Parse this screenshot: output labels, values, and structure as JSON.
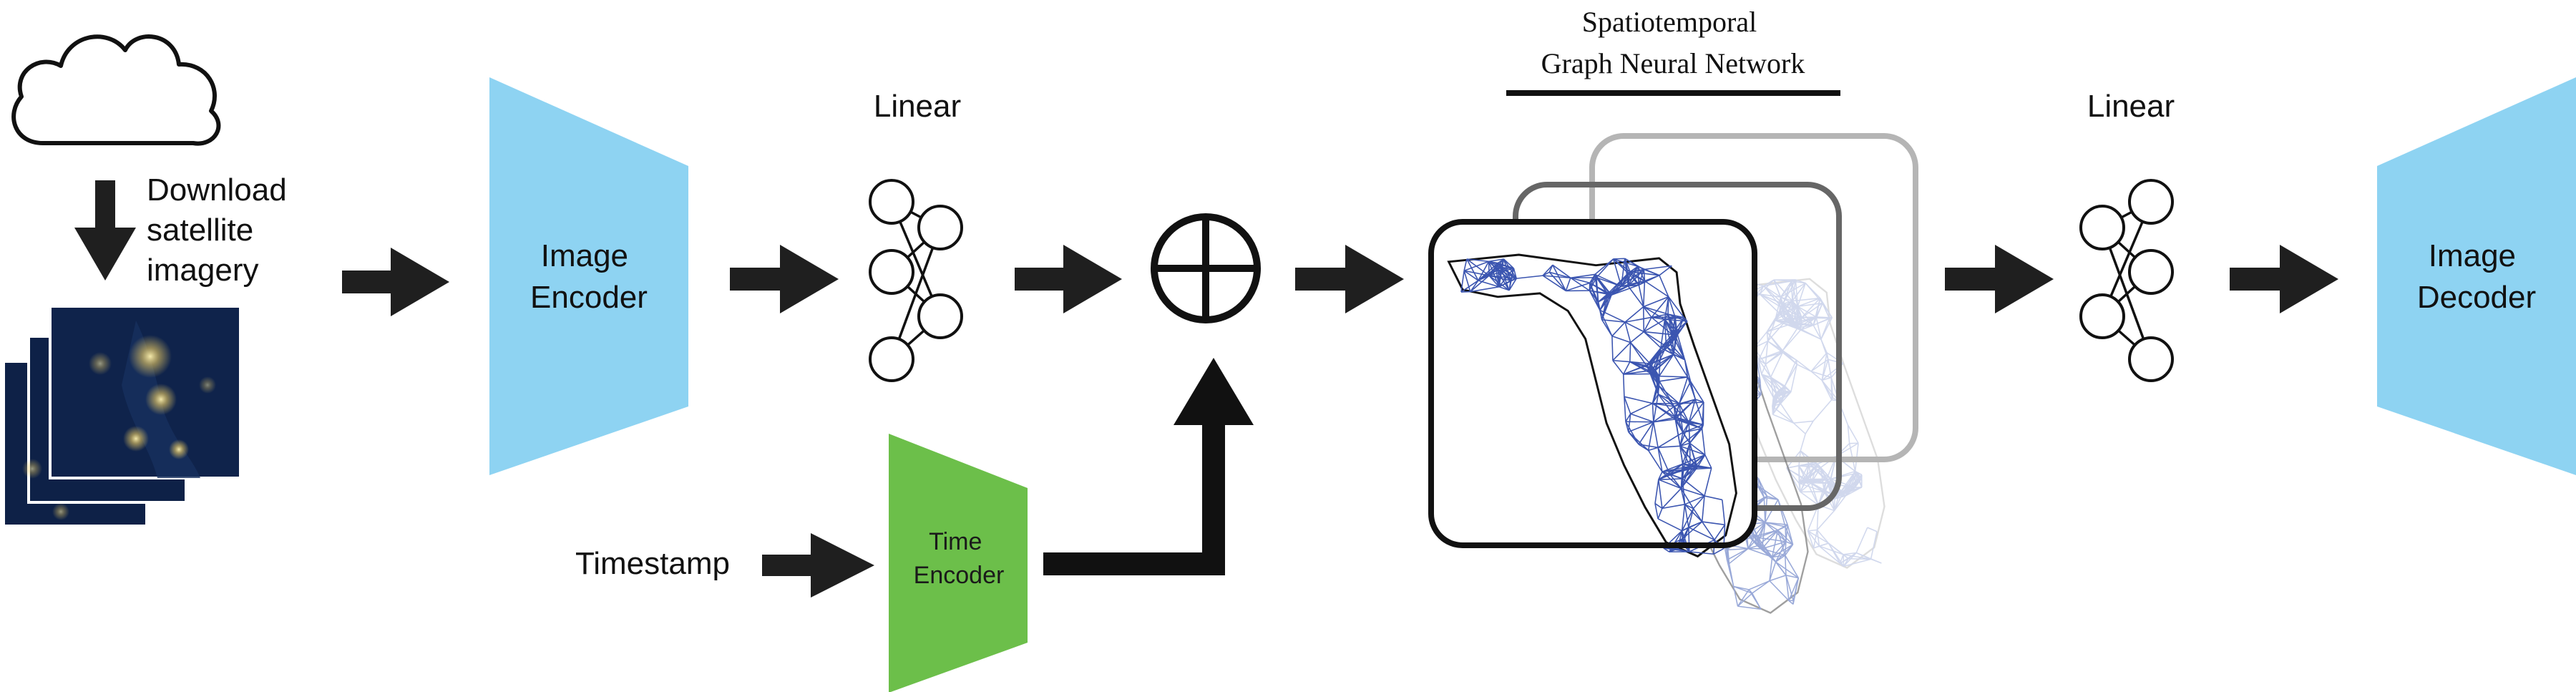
{
  "labels": {
    "download": [
      "Download",
      "satellite",
      "imagery"
    ],
    "image_encoder": [
      "Image",
      "Encoder"
    ],
    "linear_in": "Linear",
    "timestamp": "Timestamp",
    "time_encoder": [
      "Time",
      "Encoder"
    ],
    "stgnn_title": [
      "Spatiotemporal",
      "Graph Neural Network"
    ],
    "linear_out": "Linear",
    "image_decoder": [
      "Image",
      "Decoder"
    ]
  },
  "colors": {
    "encoder_blue": "#8ed3f2",
    "time_green": "#6cbf4a",
    "satellite_dark": "#0e2147",
    "arrow": "#1f1f1f",
    "graph_blue": "#3b55b0",
    "frame_front": "#111111",
    "frame_mid": "#666666",
    "frame_back": "#b5b5b5"
  },
  "icons": [
    "cloud-icon",
    "neural-net-icon",
    "circle-plus-icon",
    "florida-graph-icon"
  ]
}
